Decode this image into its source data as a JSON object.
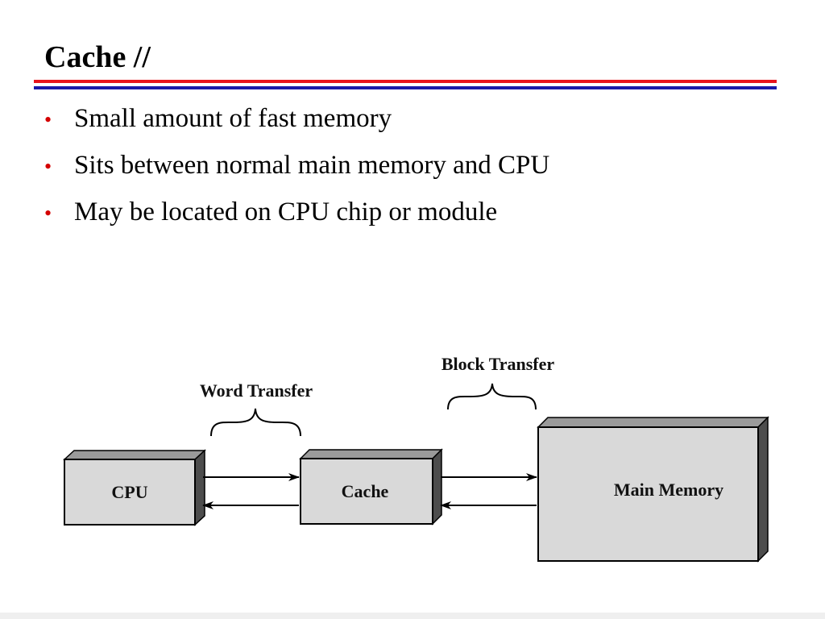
{
  "slide": {
    "title": "Cache //",
    "bullets": [
      "Small amount of fast memory",
      "Sits between normal main memory and CPU",
      "May be located on CPU chip or module"
    ]
  },
  "diagram": {
    "nodes": {
      "cpu": "CPU",
      "cache": "Cache",
      "main_memory": "Main Memory"
    },
    "transfers": {
      "word": "Word Transfer",
      "block": "Block Transfer"
    }
  },
  "colors": {
    "bullet": "#d40000",
    "rule_red": "#e8141c",
    "rule_blue": "#1a1aa8",
    "box_front": "#d9d9d9",
    "box_top": "#9a9a9a",
    "box_side": "#4d4d4d"
  }
}
